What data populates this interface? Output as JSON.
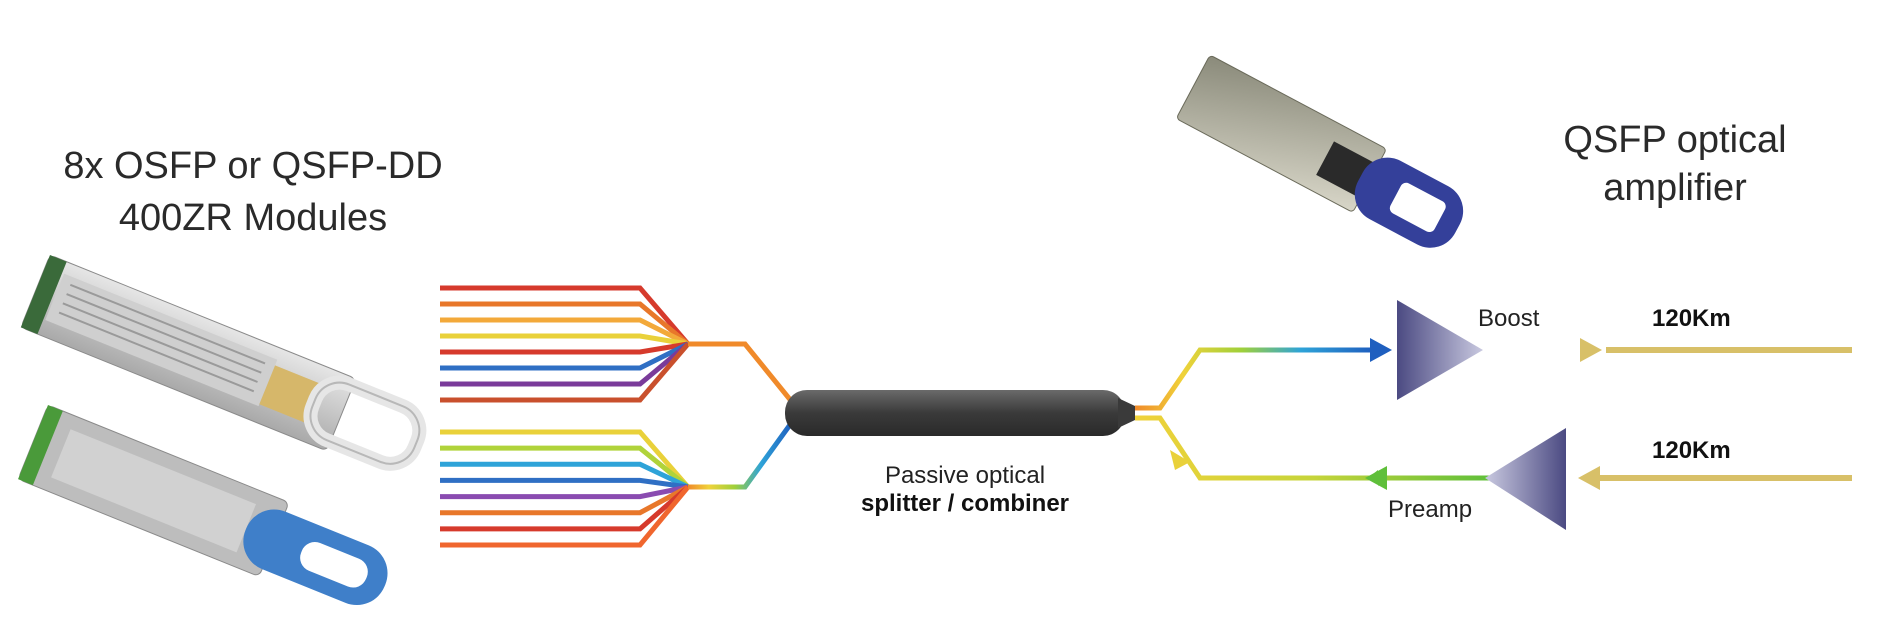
{
  "left_title": {
    "line1": "8x OSFP or QSFP-DD",
    "line2": "400ZR Modules"
  },
  "right_title": {
    "line1": "QSFP optical",
    "line2": "amplifier"
  },
  "splitter": {
    "line1": "Passive optical",
    "line2": "splitter / combiner"
  },
  "boost_label": "Boost",
  "preamp_label": "Preamp",
  "distance_top": "120Km",
  "distance_bottom": "120Km",
  "colors": {
    "fiber_gold": "#d8c068",
    "amplifier": "#5b5a8c",
    "splitter_body": "#4a4a4a",
    "module_blue": "#3f7fc9",
    "amp_module_blue": "#34409a"
  },
  "fiber_bundle_top_colors": [
    "#d63a2c",
    "#e8772a",
    "#f3a93a",
    "#e9d13a",
    "#d63a2c",
    "#2f6fc4",
    "#7a3b9a",
    "#c9502d"
  ],
  "fiber_bundle_bottom_colors": [
    "#e9d13a",
    "#b0d33a",
    "#2ea3d8",
    "#2f6fc4",
    "#8a4bb0",
    "#e8772a",
    "#d63a2c",
    "#f0662e"
  ]
}
